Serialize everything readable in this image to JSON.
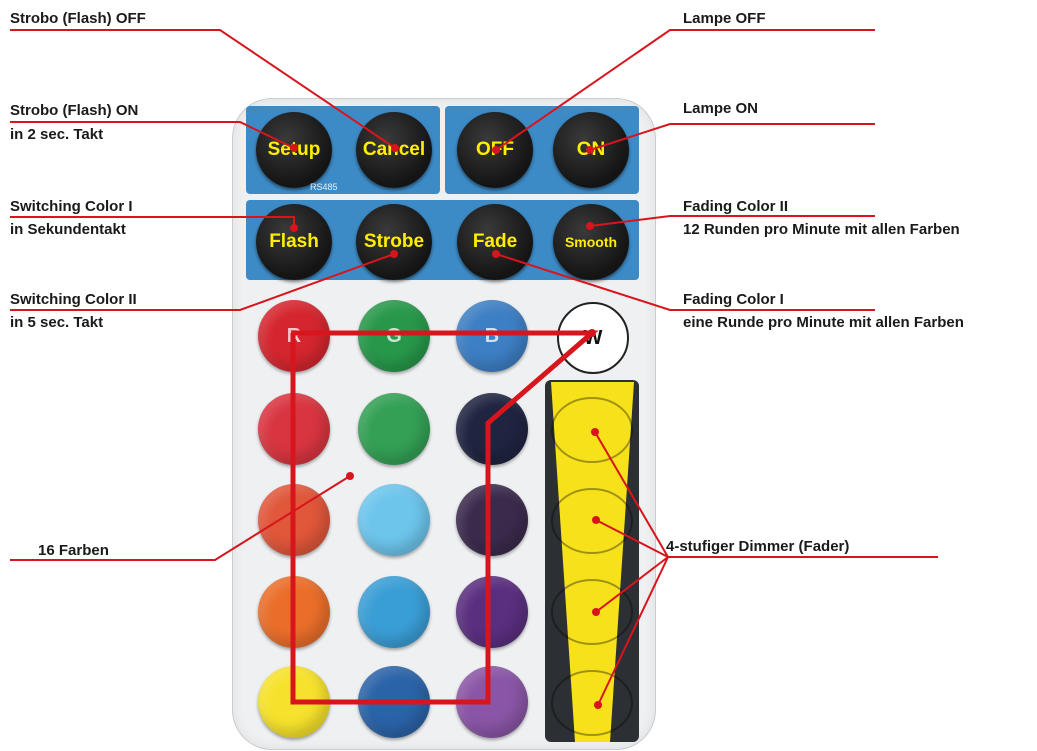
{
  "labels": {
    "strobo_off": "Strobo (Flash) OFF",
    "strobo_on_1": "Strobo (Flash) ON",
    "strobo_on_2": "in 2 sec. Takt",
    "switching_1_1": "Switching Color I",
    "switching_1_2": "in Sekundentakt",
    "switching_2_1": "Switching Color II",
    "switching_2_2": "in 5 sec. Takt",
    "farben": "16 Farben",
    "lampe_off": "Lampe OFF",
    "lampe_on": "Lampe ON",
    "fading_2_1": "Fading Color II",
    "fading_2_2": "12 Runden pro Minute mit allen Farben",
    "fading_1_1": "Fading Color I",
    "fading_1_2": "eine Runde pro Minute mit allen Farben",
    "dimmer": "4-stufiger Dimmer (Fader)"
  },
  "buttons": {
    "setup": "Setup",
    "cancel": "Cancel",
    "off": "OFF",
    "on": "ON",
    "flash": "Flash",
    "strobe": "Strobe",
    "fade": "Fade",
    "smooth": "Smooth",
    "rs485": "RS485"
  },
  "color_buttons": {
    "r": "R",
    "g": "G",
    "b": "B",
    "w": "W"
  },
  "colors": {
    "panel": "#3d8bc6",
    "button_text": "#ffee00",
    "line": "#d8141c",
    "dimmer_strip": "#f6e11a"
  },
  "color_grid": [
    [
      "#d5262f",
      "#27984a",
      "#3d7fc4",
      "#ffffff"
    ],
    [
      "#d93540",
      "#33a055",
      "#1f2440"
    ],
    [
      "#e0573a",
      "#6dc5ec",
      "#3b2a4c"
    ],
    [
      "#ea6e2a",
      "#3a9ed6",
      "#5a2f7f"
    ],
    [
      "#f6e22c",
      "#2b63a8",
      "#8a55a6"
    ]
  ]
}
